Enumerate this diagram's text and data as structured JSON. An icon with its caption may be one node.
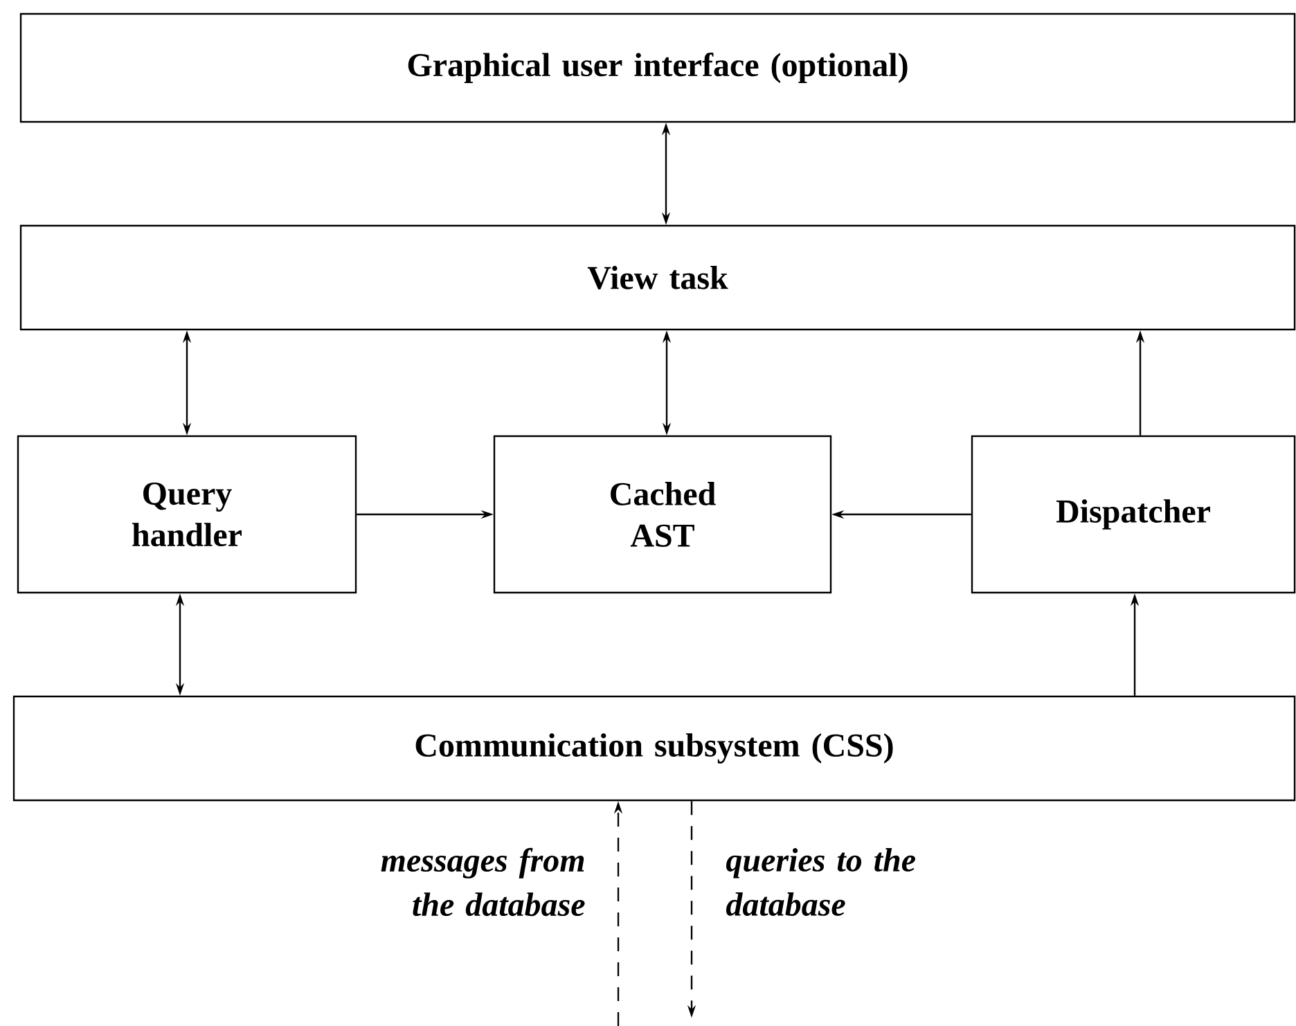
{
  "diagram": {
    "nodes": [
      {
        "text": [
          "Graphical user interface (optional)"
        ]
      },
      {
        "text": [
          "View task"
        ]
      },
      {
        "text": [
          "Query handler"
        ]
      },
      {
        "text": [
          "Cached AST"
        ]
      },
      {
        "text": [
          "Dispatcher"
        ]
      },
      {
        "text": [
          "Communication subsystem (CSS)"
        ]
      }
    ],
    "edges": [
      {
        "from": 0,
        "to": 1,
        "arrow": "both"
      },
      {
        "from": 1,
        "to": 2,
        "arrow": "both"
      },
      {
        "from": 1,
        "to": 3,
        "arrow": "both"
      },
      {
        "from": 4,
        "to": 1,
        "arrow": "to"
      },
      {
        "from": 2,
        "to": 3,
        "arrow": "to"
      },
      {
        "from": 4,
        "to": 3,
        "arrow": "to"
      },
      {
        "from": 2,
        "to": 5,
        "arrow": "both"
      },
      {
        "from": 5,
        "to": 4,
        "arrow": "to"
      },
      {
        "from": null,
        "to": 5,
        "arrow": "to",
        "style": "dashed",
        "label": "messages from the database"
      },
      {
        "from": 5,
        "to": null,
        "arrow": "to",
        "style": "dashed",
        "label": "queries to the database"
      }
    ]
  }
}
